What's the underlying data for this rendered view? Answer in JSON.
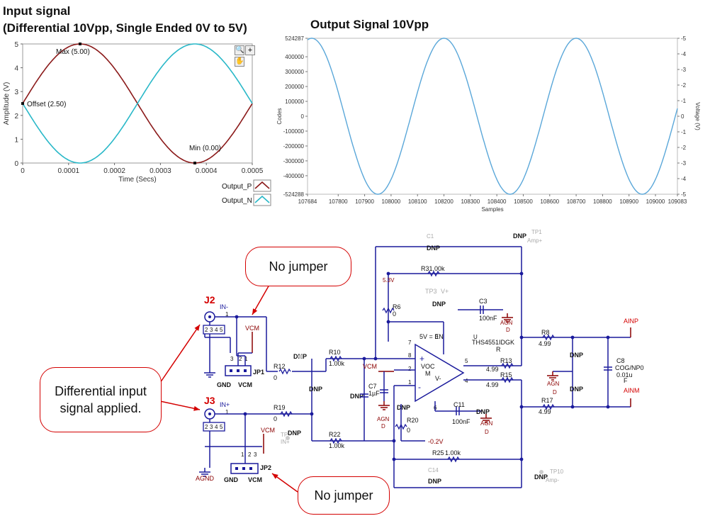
{
  "input_title_1": "Input signal",
  "input_title_2": "(Differential 10Vpp, Single Ended 0V to 5V)",
  "output_title": "Output Signal 10Vpp",
  "callouts": {
    "no_jumper_top": "No jumper",
    "no_jumper_bottom": "No jumper",
    "diff_line1": "Differential input",
    "diff_line2": "signal applied."
  },
  "colors": {
    "p": "#8b1a1a",
    "n": "#29b8c8",
    "out": "#5aa7d9",
    "red": "#d40000",
    "wire": "#1a1a9c",
    "maroon": "#8b0000"
  },
  "chart_data": [
    {
      "type": "line",
      "title": "Input signal (Differential 10Vpp, Single Ended 0V to 5V)",
      "xlabel": "Time (Secs)",
      "ylabel": "Amplitude (V)",
      "xlim": [
        0,
        0.0005
      ],
      "ylim": [
        0,
        5
      ],
      "xticks": [
        "0",
        "0.0001",
        "0.0002",
        "0.0003",
        "0.0004",
        "0.0005"
      ],
      "yticks": [
        "0",
        "1",
        "2",
        "3",
        "4",
        "5"
      ],
      "series": [
        {
          "name": "Output_P",
          "x": [
            0,
            6.25e-05,
            0.000125,
            0.0001875,
            0.00025,
            0.0003125,
            0.000375,
            0.0004375,
            0.0005
          ],
          "values": [
            2.5,
            4.27,
            5,
            4.27,
            2.5,
            0.73,
            0,
            0.73,
            2.5
          ]
        },
        {
          "name": "Output_N",
          "x": [
            0,
            6.25e-05,
            0.000125,
            0.0001875,
            0.00025,
            0.0003125,
            0.000375,
            0.0004375,
            0.0005
          ],
          "values": [
            2.5,
            0.73,
            0,
            0.73,
            2.5,
            4.27,
            5,
            4.27,
            2.5
          ]
        }
      ],
      "annotations": [
        "Max (5.00)",
        "Offset (2.50)",
        "Min (0.00)"
      ],
      "legend": "bottom-right"
    },
    {
      "type": "line",
      "title": "Output Signal 10Vpp",
      "xlabel": "Samples",
      "ylabel": "Codes",
      "y2label": "Voltage (V)",
      "xlim": [
        107684,
        109083
      ],
      "ylim": [
        -524288,
        524287
      ],
      "xticks": [
        "107684",
        "107800",
        "107900",
        "108000",
        "108100",
        "108200",
        "108300",
        "108400",
        "108500",
        "108600",
        "108700",
        "108800",
        "108900",
        "109000",
        "109083"
      ],
      "yticks": [
        "524287",
        "400000",
        "300000",
        "200000",
        "100000",
        "0",
        "-100000",
        "-200000",
        "-300000",
        "-400000",
        "-524288"
      ],
      "y2ticks": [
        "5",
        "4",
        "3",
        "2",
        "1",
        "0",
        "-1",
        "-2",
        "-3",
        "-4",
        "-5"
      ],
      "series": [
        {
          "period": 500,
          "peak_x": 107700,
          "amplitude": 524287
        }
      ]
    }
  ],
  "schematic": {
    "labels": [
      "J2",
      "IN-",
      "1",
      "2",
      "3",
      "4",
      "5",
      "3",
      "2",
      "1",
      "JP1",
      "GND",
      "VCM",
      "VCM",
      "R12",
      "0",
      "J3",
      "IN+",
      "1",
      "2",
      "3",
      "4",
      "5",
      "3",
      "2",
      "1",
      "JP2",
      "GND",
      "VCM",
      "VCM",
      "AGND",
      "R19",
      "0",
      "DNP",
      "R10",
      "1.00k",
      "DNP",
      "DNP",
      "DNP",
      "R22",
      "1.00k",
      "TP",
      "IN+",
      "C1",
      "DNP",
      "R31.00k",
      "5.3V",
      "R6",
      "0",
      "TP3",
      "V+",
      "DNP",
      "C3",
      "100nF",
      "AGN",
      "D",
      "7",
      "5V = EN",
      "U",
      "THS4551IDGK",
      "R",
      "8",
      "2",
      "VOC",
      "+",
      "M",
      "V-",
      "1",
      "-",
      "3",
      "6",
      "5",
      "4",
      "R13",
      "4.99",
      "R15",
      "4.99",
      "VCM",
      "C7",
      "1µF",
      "AGN",
      "D",
      "DNP",
      "R20",
      "0",
      "-0.2V",
      "C11",
      "100nF",
      "DNP",
      "AGN",
      "D",
      "R25",
      "1.00k",
      "C14",
      "DNP",
      "TP1",
      "Amp+",
      "DNP",
      "TP10",
      "Amp-",
      "DNP",
      "R8",
      "4.99",
      "R17",
      "4.99",
      "DNP",
      "DNP",
      "AGN",
      "D",
      "C8",
      "COG/NP0",
      "0.01u",
      "F",
      "AINP",
      "AINM"
    ]
  }
}
